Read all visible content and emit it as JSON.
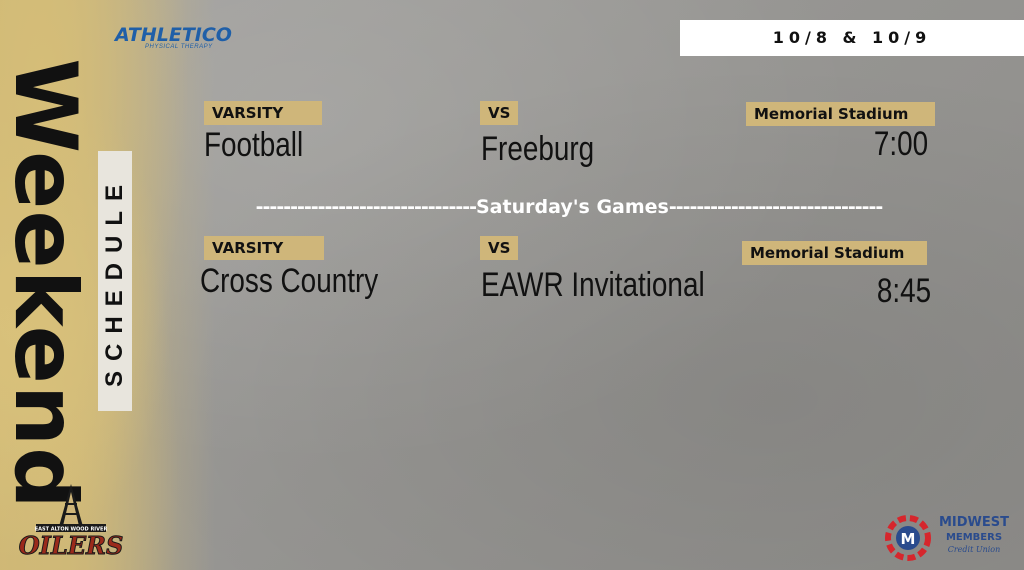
{
  "sidebar": {
    "title_vertical": "Weekend",
    "subtitle_vertical": "SCHEDULE"
  },
  "sponsors": {
    "top_left_name": "ATHLETICO",
    "top_left_sub": "PHYSICAL THERAPY",
    "bottom_right_line1": "MIDWEST",
    "bottom_right_line2": "MEMBERS",
    "bottom_right_line3": "Credit Union"
  },
  "team_logo": {
    "top_text": "EAST ALTON WOOD RIVER",
    "name": "OILERS"
  },
  "header": {
    "dates": "10/8 & 10/9"
  },
  "games": [
    {
      "level": "VARSITY",
      "sport": "Football",
      "vs_label": "VS",
      "opponent": "Freeburg",
      "location": "Memorial Stadium",
      "time": "7:00"
    },
    {
      "level": "VARSITY",
      "sport": "Cross Country",
      "vs_label": "VS",
      "opponent": "EAWR Invitational",
      "location": "Memorial Stadium",
      "time": "8:45"
    }
  ],
  "divider": {
    "label": "Saturday's Games",
    "dashes_left": "--------------------------------",
    "dashes_right": "-------------------------------"
  },
  "colors": {
    "gold": "#cfb67a",
    "background_gray": "#969592",
    "text": "#111111",
    "athletico_blue": "#1f5fa8",
    "oilers_red": "#9b2a1b"
  }
}
